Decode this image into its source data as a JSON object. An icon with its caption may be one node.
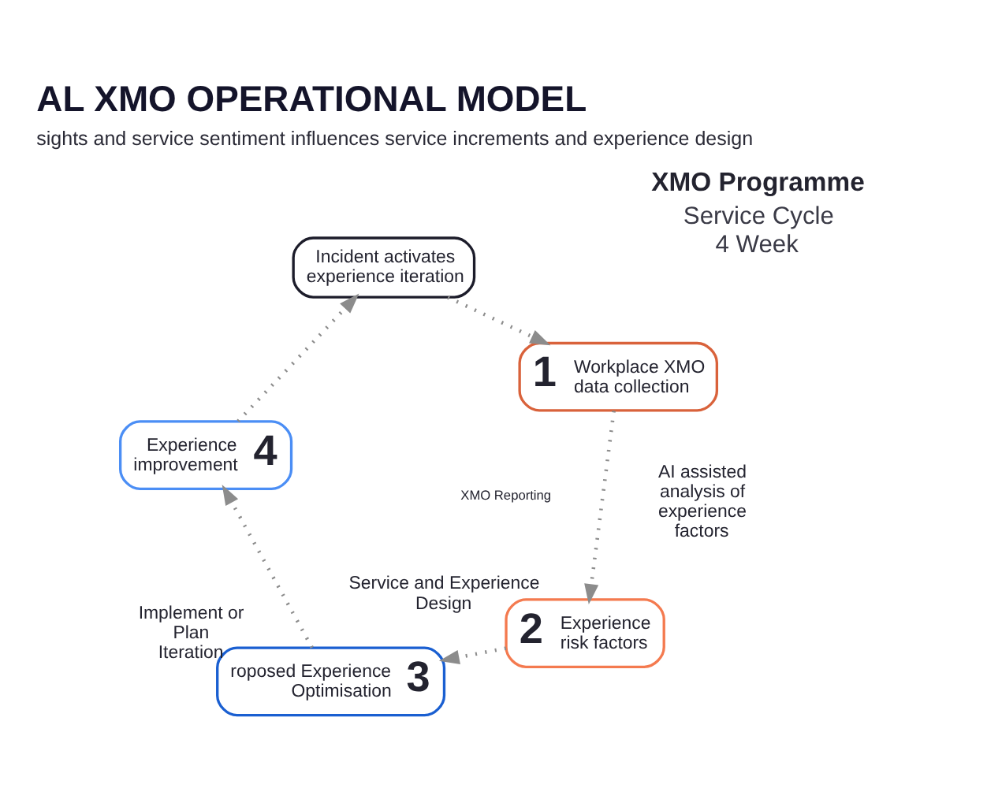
{
  "diagram": {
    "title": "AL XMO OPERATIONAL MODEL",
    "caption": "sights and service sentiment influences service increments and experience design",
    "nodes": [
      {
        "text": [
          "Incident activates experience iteration"
        ]
      },
      {
        "text": [
          "1",
          "Workplace XMO data collection"
        ]
      },
      {
        "text": [
          "2",
          "Experience risk factors"
        ]
      },
      {
        "text": [
          "roposed Experience Optimisation",
          "3"
        ]
      },
      {
        "text": [
          "Experience improvement",
          "4"
        ]
      },
      {
        "text": [
          "XMO Programme",
          "Service Cycle 4 Week"
        ]
      }
    ],
    "edges": [
      {
        "from": 0,
        "to": 1,
        "arrow": "to"
      },
      {
        "from": 1,
        "to": 2,
        "arrow": "to",
        "label": "AI assisted analysis of experience factors"
      },
      {
        "from": 2,
        "to": 3,
        "arrow": "to",
        "label": "Service and Experience Design"
      },
      {
        "from": 3,
        "to": 4,
        "arrow": "to",
        "label": "Implement or Plan Iteration"
      },
      {
        "from": 4,
        "to": 0,
        "arrow": "to"
      }
    ],
    "labels": [
      "XMO Reporting"
    ]
  }
}
